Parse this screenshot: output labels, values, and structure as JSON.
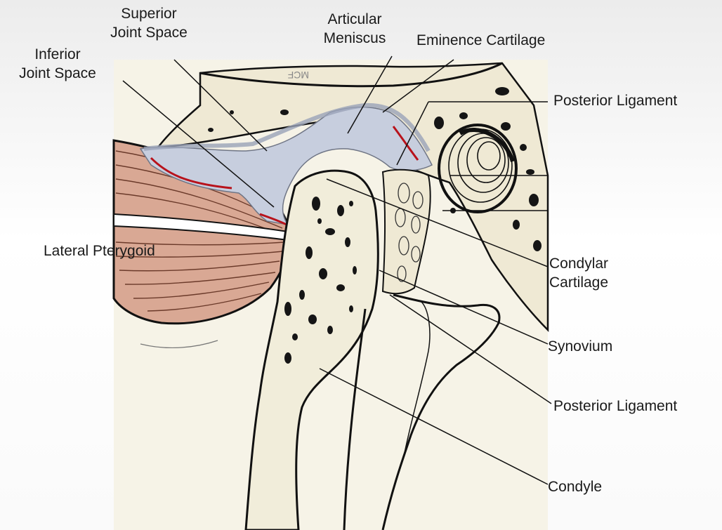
{
  "labels": {
    "superior_joint_space": [
      "Superior",
      "Joint Space"
    ],
    "articular_meniscus": [
      "Articular",
      "Meniscus"
    ],
    "eminence_cartilage": "Eminence Cartilage",
    "inferior_joint_space": [
      "Inferior",
      "Joint Space"
    ],
    "posterior_ligament_top": "Posterior Ligament",
    "lateral_pterygoid": "Lateral Pterygoid",
    "condylar_cartilage": [
      "Condylar",
      "Cartilage"
    ],
    "synovium": "Synovium",
    "posterior_ligament_bottom": "Posterior Ligament",
    "condyle": "Condyle",
    "mcf": "MCF"
  },
  "colors": {
    "panel": "#f6f3e7",
    "outline": "#111111",
    "meniscus": "#c7cede",
    "synovium_red": "#b8121b",
    "muscle": "#d9a894",
    "bone_pore": "#151515"
  }
}
